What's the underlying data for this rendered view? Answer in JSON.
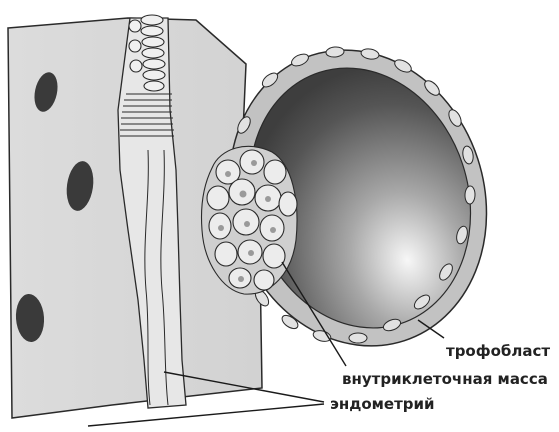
{
  "labels": {
    "trophoblast": "трофобласт",
    "inner_cell_mass": "внутриклеточная масса",
    "endometrium": "эндометрий"
  },
  "colors": {
    "tissue_fill": "#d9d9d9",
    "tissue_stroke": "#2a2a2a",
    "nucleus": "#3a3a3a",
    "cavity_dark": "#4a4a4a",
    "cavity_light": "#f5f5f5",
    "trophoblast_layer": "#c2c2c2",
    "icm_cell": "#e8e8e8",
    "label_text": "#222222"
  }
}
